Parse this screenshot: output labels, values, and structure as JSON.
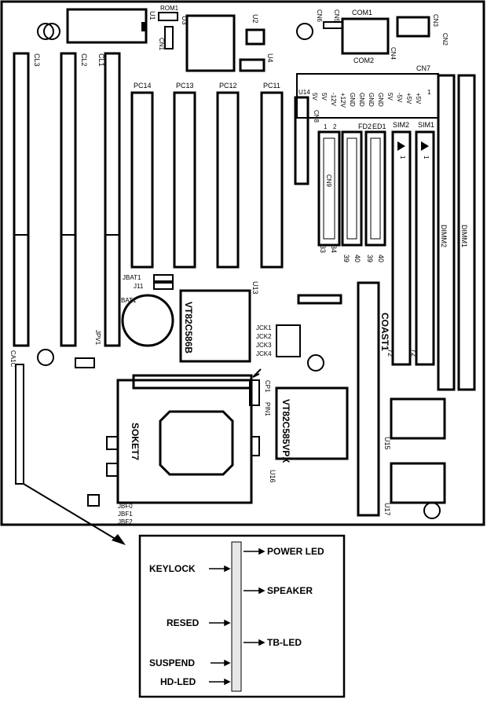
{
  "board": {
    "slots": {
      "cl3": "CL3",
      "cl2": "CL2",
      "cl1": "CL1"
    },
    "pci": {
      "pc14": "PC14",
      "pc13": "PC13",
      "pc12": "PC12",
      "pc11": "PC11"
    },
    "chips": {
      "u1": "U1",
      "rom1": "ROM1",
      "cn1": "CN1",
      "u3": "U3",
      "u2": "U2",
      "u4": "U4",
      "cn6": "CN6",
      "cn5": "CN5",
      "com1": "COM1",
      "com2": "COM2",
      "cn4": "CN4",
      "cn3": "CN3",
      "cn2": "CN2",
      "cn7": "CN7",
      "u14": "U14",
      "cn8": "CN8",
      "fd2": "FD2",
      "ed1": "ED1",
      "sim2": "SIM2",
      "sim1": "SIM1",
      "cn9": "CN9",
      "pin34": "34",
      "pin33": "33",
      "pin40a": "40",
      "pin39a": "39",
      "pin40b": "40",
      "pin39b": "39",
      "dimm2": "DIMM2",
      "dimm1": "DIMM1",
      "sim_pin1a": "1",
      "sim_pin1b": "1",
      "sim_pin72a": "72",
      "sim_pin72b": "72",
      "cn7_pin1": "1",
      "cn8_pin1": "1",
      "cn8_pin2": "2",
      "jbat1": "JBAT1",
      "j11": "J11",
      "bat1": "BAT1",
      "u13": "U13",
      "vt586b": "VT82C586B",
      "jck1": "JCK1",
      "jck2": "JCK2",
      "jck3": "JCK3",
      "jck4": "JCK4",
      "coast1": "COAST1",
      "jpv1": "JPV1",
      "ca1c": "CA1C",
      "soket7": "SOKET7",
      "cp1": "CP1",
      "pin1": "PIN1",
      "vt585vpx": "VT82C585VPX",
      "u16": "U16",
      "u15": "U15",
      "u17": "U17",
      "jbf0": "JBF0",
      "jbf1": "JBF1",
      "jbf2": "JBF2"
    },
    "power_pins": [
      "5V",
      "5V",
      "-12V",
      "+12V",
      "GND",
      "GND",
      "GND",
      "GND",
      "5V",
      "-5V",
      "+5V",
      "+5V"
    ]
  },
  "inset": {
    "power_led": "POWER LED",
    "keylock": "KEYLOCK",
    "speaker": "SPEAKER",
    "resed": "RESED",
    "tb_led": "TB-LED",
    "suspend": "SUSPEND",
    "hd_led": "HD-LED"
  }
}
